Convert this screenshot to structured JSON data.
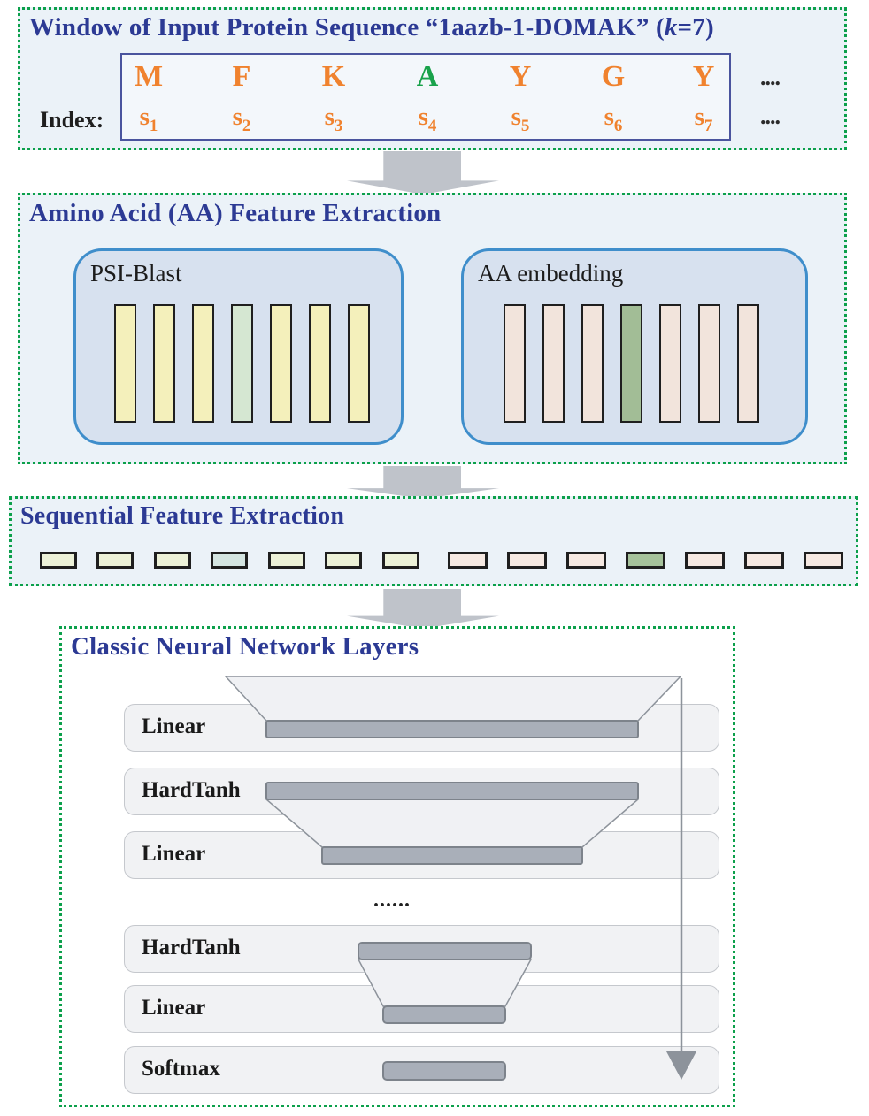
{
  "colors": {
    "dotted_border": "#0ca04b",
    "section_bg": "#ebf2f8",
    "title_blue": "#2c3a94",
    "seq_box_border": "#4a549e",
    "residue_orange": "#f0822e",
    "residue_green": "#19a24b",
    "panel_border_blue": "#3f8ecb",
    "panel_bg_blue": "#d7e1ef",
    "arrow_gray": "#bfc3ca",
    "nn_row_bg": "#f1f2f4",
    "nn_trap_fill": "#f0f1f4",
    "nn_bar": "#a9afb9",
    "nn_bar_border": "#7d838b",
    "nn_line": "#8d939b"
  },
  "section1": {
    "title_prefix": "Window of Input Protein Sequence “1aazb-1-DOMAK” (",
    "title_k": "k",
    "title_suffix": "=7)",
    "index_label": "Index:",
    "ellipsis_top": "....",
    "ellipsis_bottom": "....",
    "residues": [
      {
        "char": "M",
        "color": "#f0822e",
        "index_base": "s",
        "index_sub": "1"
      },
      {
        "char": "F",
        "color": "#f0822e",
        "index_base": "s",
        "index_sub": "2"
      },
      {
        "char": "K",
        "color": "#f0822e",
        "index_base": "s",
        "index_sub": "3"
      },
      {
        "char": "A",
        "color": "#19a24b",
        "index_base": "s",
        "index_sub": "4"
      },
      {
        "char": "Y",
        "color": "#f0822e",
        "index_base": "s",
        "index_sub": "5"
      },
      {
        "char": "G",
        "color": "#f0822e",
        "index_base": "s",
        "index_sub": "6"
      },
      {
        "char": "Y",
        "color": "#f0822e",
        "index_base": "s",
        "index_sub": "7"
      }
    ]
  },
  "section2": {
    "title": "Amino Acid (AA) Feature Extraction",
    "panels": [
      {
        "label": "PSI-Blast",
        "bar_colors": [
          "#f4f0bb",
          "#f4f0bb",
          "#f4f0bb",
          "#d5e7d2",
          "#f4f0bb",
          "#f4f0bb",
          "#f4f0bb"
        ]
      },
      {
        "label": "AA embedding",
        "bar_colors": [
          "#f2e4dc",
          "#f2e4dc",
          "#f2e4dc",
          "#a2bd96",
          "#f2e4dc",
          "#f2e4dc",
          "#f2e4dc"
        ]
      }
    ]
  },
  "section3": {
    "title": "Sequential Feature Extraction",
    "box_colors": [
      "#edf2d8",
      "#edf2d8",
      "#edf2d8",
      "#d4e5e1",
      "#edf2d8",
      "#edf2d8",
      "#edf2d8",
      "#f6e9e2",
      "#f6e9e2",
      "#f6e9e2",
      "#a6c29b",
      "#f6e9e2",
      "#f6e9e2",
      "#f6e9e2"
    ]
  },
  "section4": {
    "title": "Classic Neural Network Layers",
    "dots": "......",
    "layers": [
      {
        "label": "Linear"
      },
      {
        "label": "HardTanh"
      },
      {
        "label": "Linear"
      },
      {
        "label": "HardTanh"
      },
      {
        "label": "Linear"
      },
      {
        "label": "Softmax"
      }
    ]
  }
}
